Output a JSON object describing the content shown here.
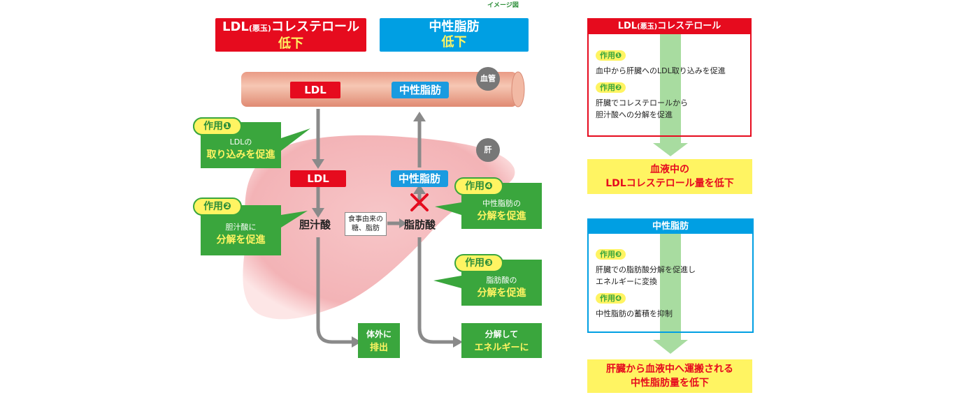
{
  "note": "イメージ図",
  "header_left": {
    "line1": "LDL",
    "paren": "(悪玉)",
    "line1b": "コレステロール",
    "line2": "低下"
  },
  "header_right": {
    "line1": "中性脂肪",
    "line2": "低下"
  },
  "vessel": {
    "ldl_label": "LDL",
    "tg_label": "中性脂肪",
    "circle": "血管"
  },
  "liver": {
    "circle": "肝",
    "ldl_label": "LDL",
    "tg_label": "中性脂肪",
    "bile_acid": "胆汁酸",
    "fatty_acid": "脂肪酸",
    "food": {
      "line1": "食事由来の",
      "line2": "糖、脂肪"
    }
  },
  "actions": {
    "a1": {
      "pill": "作用❶",
      "small": "LDLの",
      "big": "取り込みを促進"
    },
    "a2": {
      "pill": "作用❷",
      "small": "胆汁酸に",
      "big": "分解を促進"
    },
    "a3": {
      "pill": "作用❸",
      "small": "脂肪酸の",
      "big": "分解を促進"
    },
    "a4": {
      "pill": "作用❹",
      "small": "中性脂肪の",
      "big": "分解を促進"
    }
  },
  "outputs": {
    "excrete": {
      "line1": "体外に",
      "line2": "排出"
    },
    "energy": {
      "line1": "分解して",
      "line2": "エネルギーに"
    }
  },
  "panel_ldl": {
    "title_a": "LDL",
    "title_paren": "(悪玉)",
    "title_b": "コレステロール",
    "tag1": "作用❶",
    "text1": "血中から肝臓へのLDL取り込みを促進",
    "tag2": "作用❷",
    "text2a": "肝臓でコレステロールから",
    "text2b": "胆汁酸への分解を促進",
    "result1": "血液中の",
    "result2": "LDLコレステロール量を低下"
  },
  "panel_tg": {
    "title": "中性脂肪",
    "tag3": "作用❸",
    "text3a": "肝臓での脂肪酸分解を促進し",
    "text3b": "エネルギーに変換",
    "tag4": "作用❹",
    "text4": "中性脂肪の蓄積を抑制",
    "result1": "肝臓から血液中へ運搬される",
    "result2": "中性脂肪量を低下"
  },
  "colors": {
    "red": "#e60b1e",
    "blue": "#009fe3",
    "green": "#3aa63d",
    "yellow": "#fff462"
  }
}
